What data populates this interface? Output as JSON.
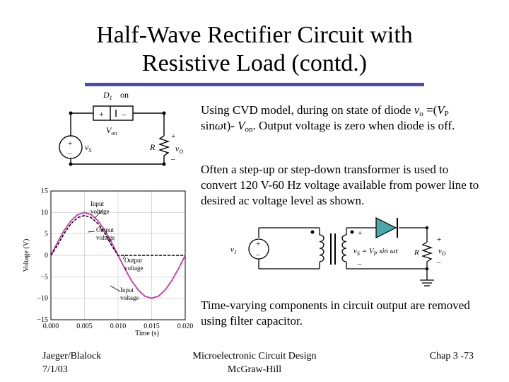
{
  "slide": {
    "title_line1": "Half-Wave Rectifier Circuit with",
    "title_line2": "Resistive Load (contd.)"
  },
  "paragraphs": {
    "cvd": {
      "t1": "Using CVD model, during on state of diode ",
      "vo": "v",
      "vo_sub": "o",
      "t2": " =(",
      "vp": "V",
      "vp_sub": "P",
      "t3": " sin",
      "omega": "ω",
      "t4": "t)- ",
      "von": "V",
      "von_sub": "on",
      "t5": ". Output voltage is zero when diode is off."
    },
    "transformer": "Often a step-up or step-down transformer is used to convert 120 V-60 Hz voltage available from power line to desired ac voltage level as shown.",
    "filter": "Time-varying components in circuit output are removed using filter capacitor."
  },
  "footer": {
    "left_line1": "Jaeger/Blalock",
    "left_line2": "7/1/03",
    "center_line1": "Microelectronic Circuit Design",
    "center_line2": "McGraw-Hill",
    "right": "Chap 3 -73"
  },
  "circuit_top": {
    "diode_label": "D",
    "diode_label_sub": "1",
    "diode_state": "on",
    "von_label": "V",
    "von_sub": "on",
    "plus": "+",
    "minus": "–",
    "source_label": "v",
    "source_sub": "S",
    "resistor_label": "R",
    "output_label": "v",
    "output_sub": "O"
  },
  "circuit_transformer": {
    "v1_label": "v",
    "v1_sub": "1",
    "plus": "+",
    "minus": "–",
    "vs_label": "v",
    "vs_sub": "S",
    "vs_eq": " = V",
    "vs_eq_sub": "P",
    "vs_eq_tail": " sin ωt",
    "resistor_label": "R",
    "output_label": "v",
    "output_sub": "O"
  },
  "chart_data": {
    "type": "line",
    "title": "",
    "xlabel": "Time (s)",
    "ylabel": "Voltage (V)",
    "xlim": [
      0.0,
      0.02
    ],
    "ylim": [
      -15,
      15
    ],
    "xticks": [
      "0.000",
      "0.005",
      "0.010",
      "0.015",
      "0.020"
    ],
    "yticks": [
      "15",
      "10",
      "5",
      "0",
      "−5",
      "−10",
      "−15"
    ],
    "grid": true,
    "annotations": [
      {
        "text_line1": "Input",
        "text_line2": "voltage"
      },
      {
        "text_line1": "Output",
        "text_line2": "voltage"
      },
      {
        "text_line1": "Output",
        "text_line2": "voltage"
      },
      {
        "text_line1": "Input",
        "text_line2": "voltage"
      }
    ],
    "series": [
      {
        "name": "",
        "color": "#cc33aa",
        "x": [
          0.0,
          0.001,
          0.002,
          0.003,
          0.004,
          0.005,
          0.006,
          0.007,
          0.008,
          0.009,
          0.01,
          0.011,
          0.012,
          0.013,
          0.014,
          0.015,
          0.016,
          0.017,
          0.018,
          0.019,
          0.02
        ],
        "y": [
          0,
          3.09,
          5.88,
          8.09,
          9.51,
          10,
          9.51,
          8.09,
          5.88,
          3.09,
          0,
          -3.09,
          -5.88,
          -8.09,
          -9.51,
          -10,
          -9.51,
          -8.09,
          -5.88,
          -3.09,
          0
        ]
      },
      {
        "name": "",
        "color": "#000000",
        "x": [
          0.0,
          0.001,
          0.002,
          0.003,
          0.004,
          0.005,
          0.006,
          0.007,
          0.008,
          0.009,
          0.01,
          0.011,
          0.012,
          0.013,
          0.014,
          0.015,
          0.016,
          0.017,
          0.018,
          0.019,
          0.02
        ],
        "y": [
          0,
          2.39,
          5.18,
          7.39,
          8.81,
          9.3,
          8.81,
          7.39,
          5.18,
          2.39,
          0,
          0,
          0,
          0,
          0,
          0,
          0,
          0,
          0,
          0,
          0
        ]
      }
    ]
  }
}
